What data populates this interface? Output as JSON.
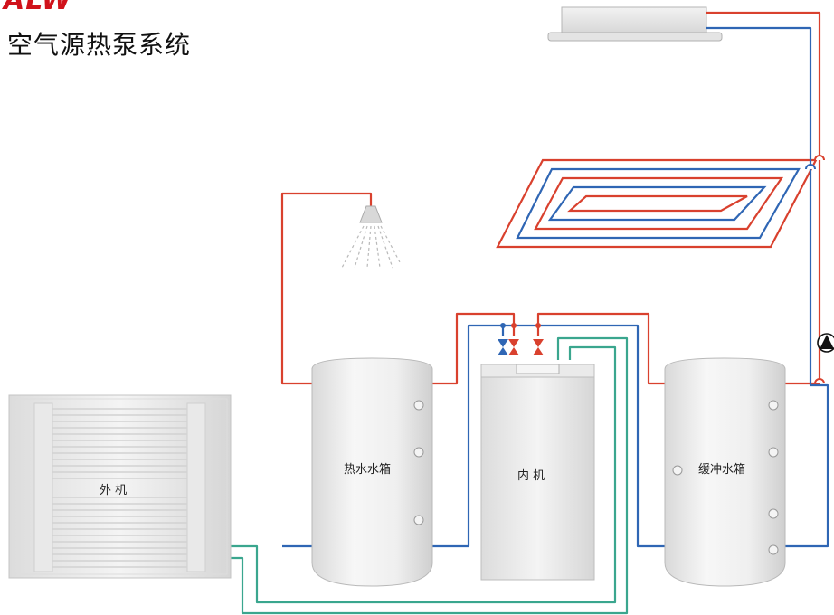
{
  "brand": {
    "logo_text": "ALW"
  },
  "title": "空气源热泵系统",
  "labels": {
    "outdoor_unit": "外  机",
    "hot_water_tank": "热水水箱",
    "indoor_unit": "内  机",
    "buffer_tank": "缓冲水箱"
  },
  "colors": {
    "hot_pipe": "#d9412e",
    "cold_pipe": "#2f66b4",
    "refrigerant_pipe": "#3aa68e",
    "brand": "#d0121b"
  }
}
